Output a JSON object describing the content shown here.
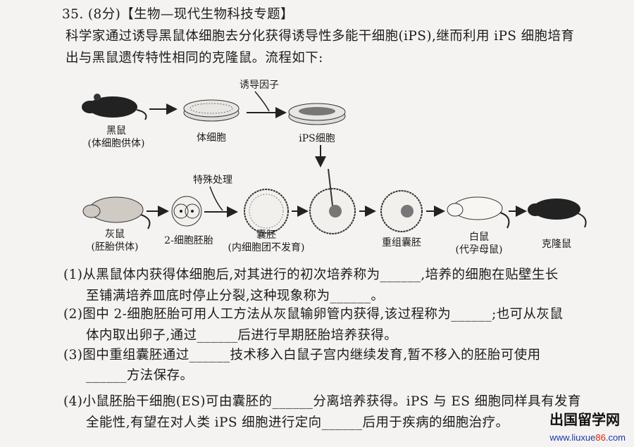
{
  "question": {
    "header": "35. (8分)【生物—现代生物科技专题】",
    "intro": [
      "科学家通过诱导黑鼠体细胞去分化获得诱导性多能干细胞(iPS),继而利用 iPS 细胞培育",
      "出与黑鼠遗传特性相同的克隆鼠。流程如下:"
    ]
  },
  "diagram": {
    "labels": {
      "black_mouse": "黑鼠",
      "black_mouse_role": "(体细胞供体)",
      "somatic_cells": "体细胞",
      "inducing_factor": "诱导因子",
      "ips_cells": "iPS细胞",
      "gray_mouse": "灰鼠",
      "gray_mouse_role": "(胚胎供体)",
      "two_cell_embryo": "2-细胞胚胎",
      "special_treatment": "特殊处理",
      "blastocyst": "囊胚",
      "blastocyst_note": "(内细胞团不发育)",
      "recombinant_blastocyst": "重组囊胚",
      "white_mouse": "白鼠",
      "white_mouse_role": "(代孕母鼠)",
      "cloned_mouse": "克隆鼠"
    }
  },
  "sub_questions": [
    {
      "lines": [
        "(1)从黑鼠体内获得体细胞后,对其进行的初次培养称为______,培养的细胞在贴壁生长",
        "至铺满培养皿底时停止分裂,这种现象称为______。"
      ]
    },
    {
      "lines": [
        "(2)图中 2-细胞胚胎可用人工方法从灰鼠输卵管内获得,该过程称为______;也可从灰鼠",
        "体内取出卵子,通过______后进行早期胚胎培养获得。"
      ]
    },
    {
      "lines": [
        "(3)图中重组囊胚通过______技术移入白鼠子宫内继续发育,暂不移入的胚胎可使用",
        "______方法保存。"
      ]
    },
    {
      "lines": [
        "(4)小鼠胚胎干细胞(ES)可由囊胚的______分离培养获得。iPS 与 ES 细胞同样具有发育",
        "全能性,有望在对人类 iPS 细胞进行定向______后用于疾病的细胞治疗。"
      ]
    }
  ],
  "watermark": {
    "name": "出国留学网",
    "url_pre": "www.liuxue",
    "url_hl": "86",
    "url_post": ".com"
  }
}
